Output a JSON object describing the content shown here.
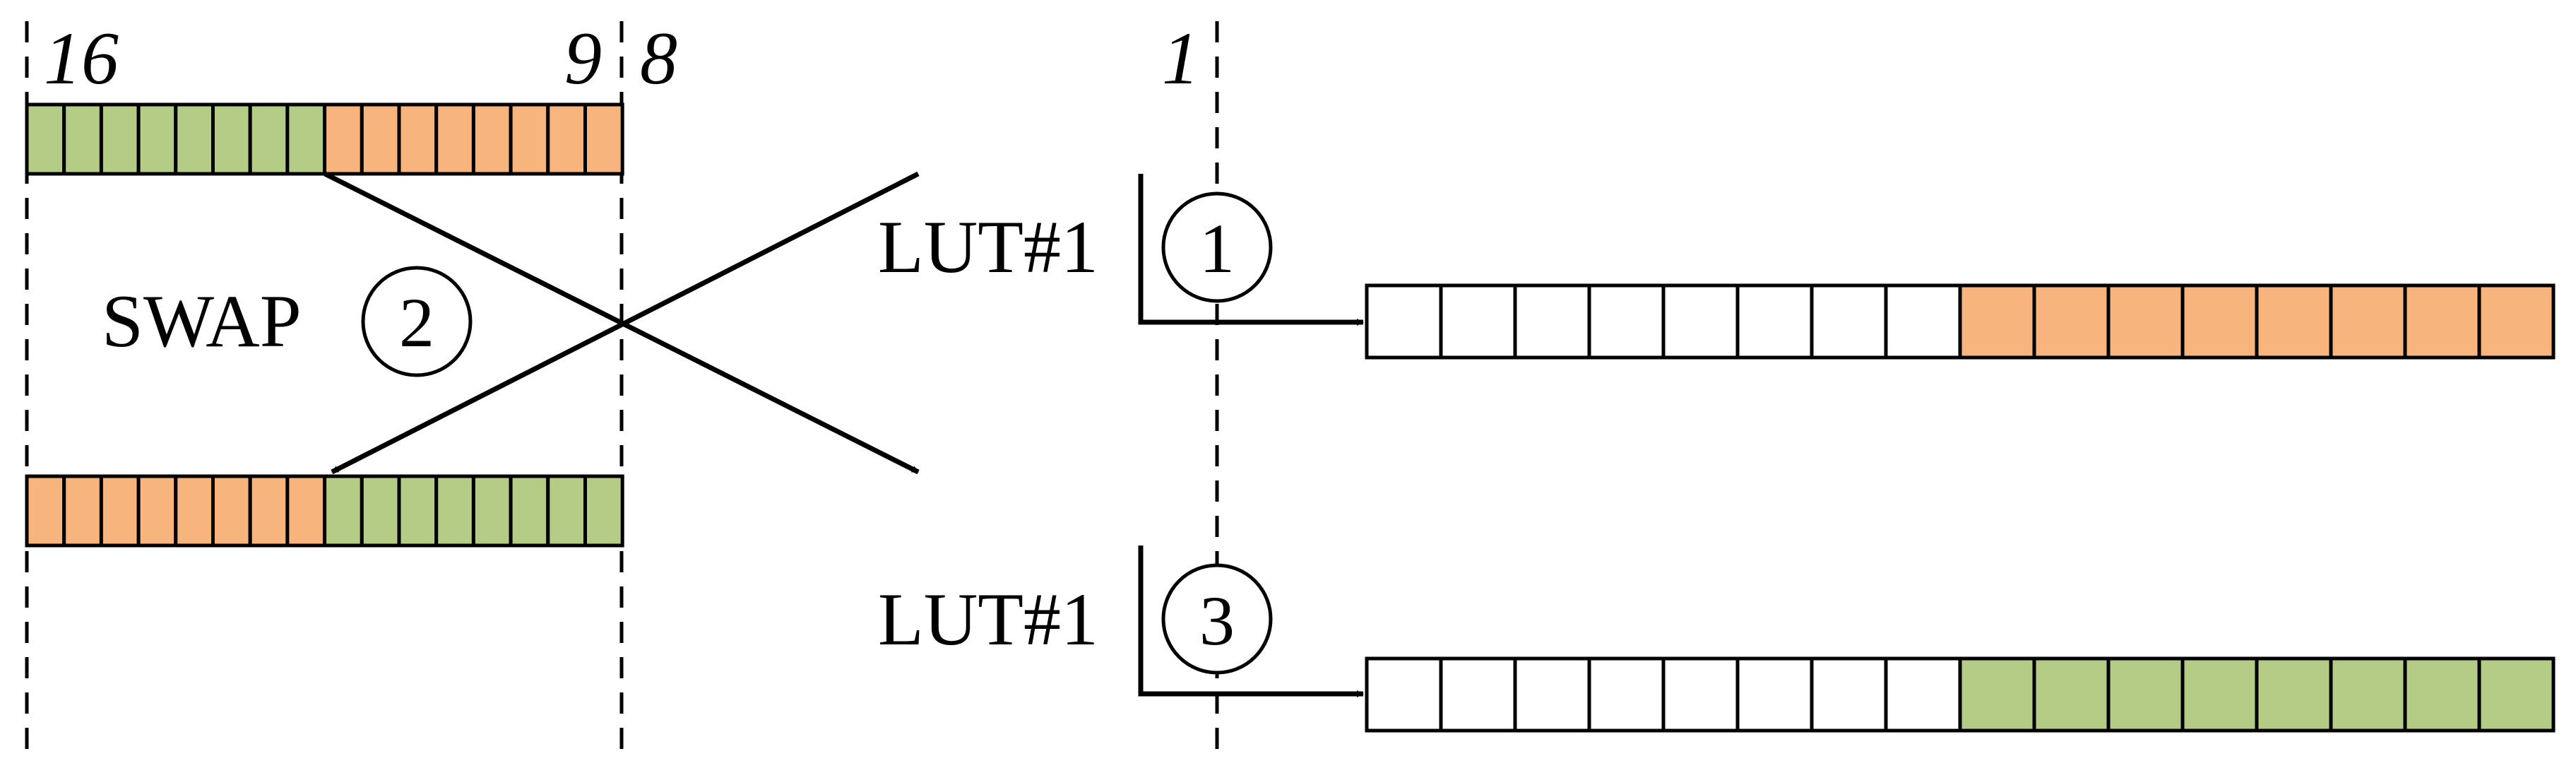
{
  "colors": {
    "green": "#b5cc87",
    "orange": "#f7b47c",
    "empty": "#ffffff",
    "line": "#000000"
  },
  "bit_labels": {
    "top_left": "16",
    "high_low": "9",
    "low_high": "8",
    "low_end": "1"
  },
  "steps": {
    "lut1": {
      "label": "LUT#1",
      "number": "1"
    },
    "swap": {
      "label": "SWAP",
      "number": "2"
    },
    "lut3": {
      "label": "LUT#1",
      "number": "3"
    }
  },
  "registers": {
    "input": [
      "green",
      "green",
      "green",
      "green",
      "green",
      "green",
      "green",
      "green",
      "orange",
      "orange",
      "orange",
      "orange",
      "orange",
      "orange",
      "orange",
      "orange"
    ],
    "swapped": [
      "orange",
      "orange",
      "orange",
      "orange",
      "orange",
      "orange",
      "orange",
      "orange",
      "green",
      "green",
      "green",
      "green",
      "green",
      "green",
      "green",
      "green"
    ],
    "output1": [
      "empty",
      "empty",
      "empty",
      "empty",
      "empty",
      "empty",
      "empty",
      "empty",
      "orange",
      "orange",
      "orange",
      "orange",
      "orange",
      "orange",
      "orange",
      "orange"
    ],
    "output2": [
      "empty",
      "empty",
      "empty",
      "empty",
      "empty",
      "empty",
      "empty",
      "empty",
      "green",
      "green",
      "green",
      "green",
      "green",
      "green",
      "green",
      "green"
    ]
  }
}
